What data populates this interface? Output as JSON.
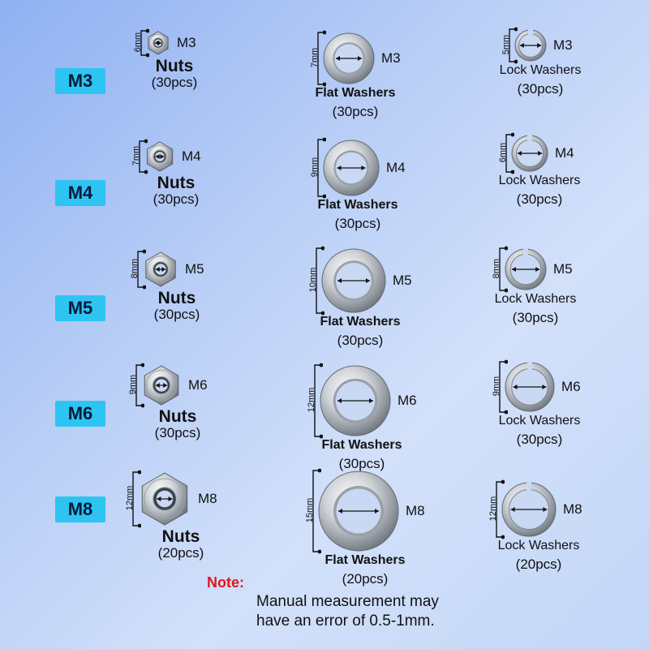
{
  "rows": [
    {
      "size": "M3",
      "nut": {
        "dim": "6mm",
        "size": "M3",
        "name": "Nuts",
        "count": "(30pcs)"
      },
      "flat": {
        "dim": "7mm",
        "size": "M3",
        "name": "Flat Washers",
        "count": "(30pcs)"
      },
      "lock": {
        "dim": "5mm",
        "size": "M3",
        "name": "Lock Washers",
        "count": "(30pcs)"
      }
    },
    {
      "size": "M4",
      "nut": {
        "dim": "7mm",
        "size": "M4",
        "name": "Nuts",
        "count": "(30pcs)"
      },
      "flat": {
        "dim": "9mm",
        "size": "M4",
        "name": "Flat Washers",
        "count": "(30pcs)"
      },
      "lock": {
        "dim": "6mm",
        "size": "M4",
        "name": "Lock Washers",
        "count": "(30pcs)"
      }
    },
    {
      "size": "M5",
      "nut": {
        "dim": "8mm",
        "size": "M5",
        "name": "Nuts",
        "count": "(30pcs)"
      },
      "flat": {
        "dim": "10mm",
        "size": "M5",
        "name": "Flat Washers",
        "count": "(30pcs)"
      },
      "lock": {
        "dim": "8mm",
        "size": "M5",
        "name": "Lock Washers",
        "count": "(30pcs)"
      }
    },
    {
      "size": "M6",
      "nut": {
        "dim": "9mm",
        "size": "M6",
        "name": "Nuts",
        "count": "(30pcs)"
      },
      "flat": {
        "dim": "12mm",
        "size": "M6",
        "name": "Flat Washers",
        "count": "(30pcs)"
      },
      "lock": {
        "dim": "9mm",
        "size": "M6",
        "name": "Lock Washers",
        "count": "(30pcs)"
      }
    },
    {
      "size": "M8",
      "nut": {
        "dim": "12mm",
        "size": "M8",
        "name": "Nuts",
        "count": "(20pcs)"
      },
      "flat": {
        "dim": "15mm",
        "size": "M8",
        "name": "Flat Washers",
        "count": "(20pcs)"
      },
      "lock": {
        "dim": "12mm",
        "size": "M8",
        "name": "Lock Washers",
        "count": "(20pcs)"
      }
    }
  ],
  "note": {
    "title": "Note:",
    "line1": "Manual measurement may",
    "line2": "have an error of 0.5-1mm."
  }
}
